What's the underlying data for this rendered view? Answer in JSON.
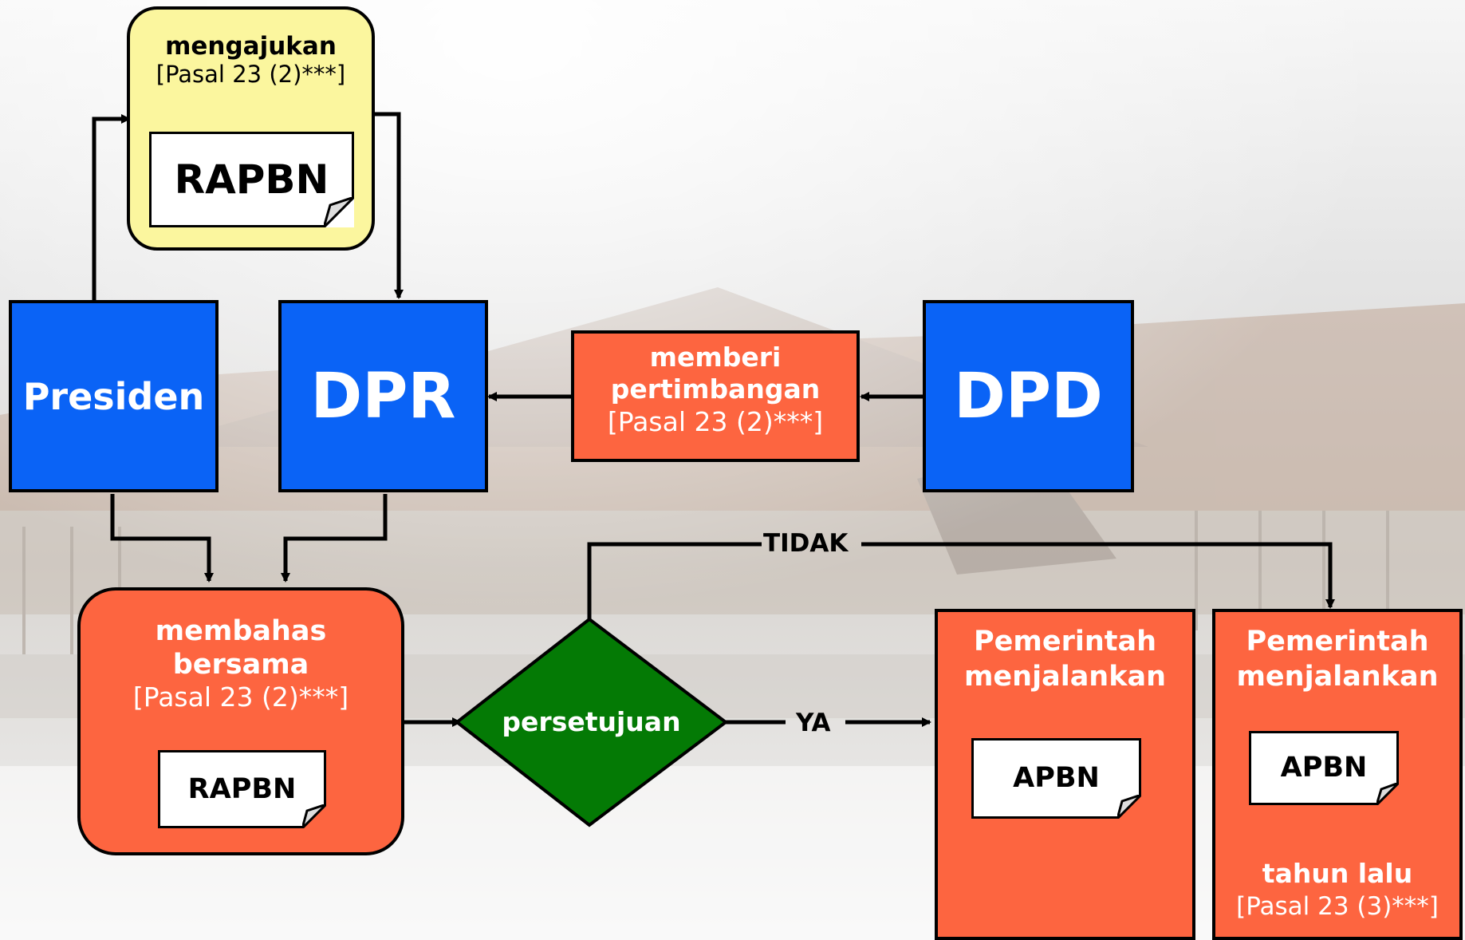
{
  "nodes": {
    "mengajukan": {
      "title": "mengajukan",
      "ref": "[Pasal 23 (2)***]",
      "doc": "RAPBN"
    },
    "presiden": {
      "label": "Presiden"
    },
    "dpr": {
      "label": "DPR"
    },
    "memberi": {
      "title_line1": "memberi",
      "title_line2": "pertimbangan",
      "ref": "[Pasal 23 (2)***]"
    },
    "dpd": {
      "label": "DPD"
    },
    "membahas": {
      "title_line1": "membahas",
      "title_line2": "bersama",
      "ref": "[Pasal 23 (2)***]",
      "doc": "RAPBN"
    },
    "persetujuan": {
      "label": "persetujuan"
    },
    "pemerintah_ya": {
      "title_line1": "Pemerintah",
      "title_line2": "menjalankan",
      "doc": "APBN"
    },
    "pemerintah_tidak": {
      "title_line1": "Pemerintah",
      "title_line2": "menjalankan",
      "doc": "APBN",
      "note": "tahun lalu",
      "ref": "[Pasal 23 (3)***]"
    }
  },
  "edges": {
    "ya": "YA",
    "tidak": "TIDAK"
  },
  "colors": {
    "blue_node": "#0a63f6",
    "orange_node": "#fd6540",
    "yellow_node": "#fbf69e",
    "diamond": "#047a05"
  }
}
